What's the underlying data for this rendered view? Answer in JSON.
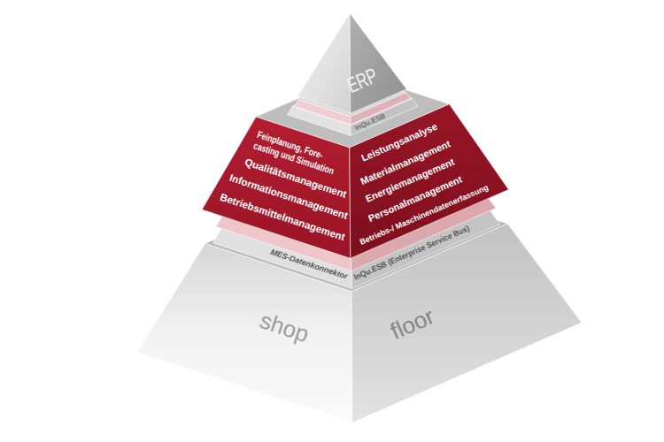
{
  "diagram": {
    "nodes": [
      {
        "text": [
          "ERP"
        ]
      },
      {
        "text": [
          "InQu.ESB"
        ]
      },
      {
        "text": [
          "Feinplanung, Fore- casting und Simulation",
          "Qualitätsmanagement",
          "Informationsmanagement",
          "Betriebsmittelmanagement",
          "Leistungsanalyse",
          "Materialmanagement",
          "Energiemanagement",
          "Personalmanagement",
          "Betriebs-/ Maschinendatenerfassung"
        ]
      },
      {
        "text": [
          "MES-Datenkonnektor",
          "InQu.ESB (Enterprise Service Bus)"
        ]
      },
      {
        "text": [
          "shop",
          "floor"
        ]
      }
    ]
  }
}
